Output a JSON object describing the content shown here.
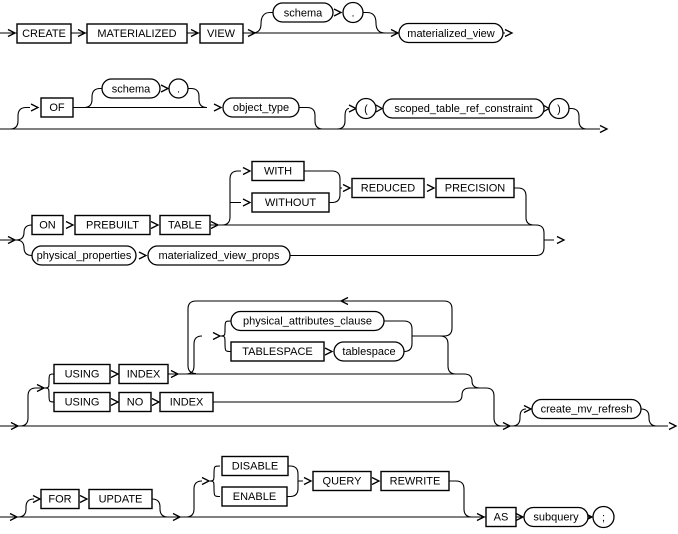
{
  "colors": {
    "stroke": "#000000",
    "background": "#ffffff",
    "text": "#000000"
  },
  "diagram": {
    "rows": [
      {
        "name": "row-1",
        "nodes": [
          {
            "kind": "keyword",
            "label": "CREATE"
          },
          {
            "kind": "keyword",
            "label": "MATERIALIZED"
          },
          {
            "kind": "keyword",
            "label": "VIEW"
          },
          {
            "kind": "variable",
            "label": "schema"
          },
          {
            "kind": "literal",
            "label": "."
          },
          {
            "kind": "variable",
            "label": "materialized_view"
          }
        ]
      },
      {
        "name": "row-2",
        "nodes": [
          {
            "kind": "keyword",
            "label": "OF"
          },
          {
            "kind": "variable",
            "label": "schema"
          },
          {
            "kind": "literal",
            "label": "."
          },
          {
            "kind": "variable",
            "label": "object_type"
          },
          {
            "kind": "literal",
            "label": "("
          },
          {
            "kind": "variable",
            "label": "scoped_table_ref_constraint"
          },
          {
            "kind": "literal",
            "label": ")"
          }
        ]
      },
      {
        "name": "row-3",
        "nodes": [
          {
            "kind": "keyword",
            "label": "ON"
          },
          {
            "kind": "keyword",
            "label": "PREBUILT"
          },
          {
            "kind": "keyword",
            "label": "TABLE"
          },
          {
            "kind": "keyword",
            "label": "WITH"
          },
          {
            "kind": "keyword",
            "label": "WITHOUT"
          },
          {
            "kind": "keyword",
            "label": "REDUCED"
          },
          {
            "kind": "keyword",
            "label": "PRECISION"
          },
          {
            "kind": "variable",
            "label": "physical_properties"
          },
          {
            "kind": "variable",
            "label": "materialized_view_props"
          }
        ]
      },
      {
        "name": "row-4",
        "nodes": [
          {
            "kind": "keyword",
            "label": "USING"
          },
          {
            "kind": "keyword",
            "label": "INDEX"
          },
          {
            "kind": "variable",
            "label": "physical_attributes_clause"
          },
          {
            "kind": "keyword",
            "label": "TABLESPACE"
          },
          {
            "kind": "variable",
            "label": "tablespace"
          },
          {
            "kind": "keyword",
            "label": "USING"
          },
          {
            "kind": "keyword",
            "label": "NO"
          },
          {
            "kind": "keyword",
            "label": "INDEX"
          },
          {
            "kind": "variable",
            "label": "create_mv_refresh"
          }
        ]
      },
      {
        "name": "row-5",
        "nodes": [
          {
            "kind": "keyword",
            "label": "FOR"
          },
          {
            "kind": "keyword",
            "label": "UPDATE"
          },
          {
            "kind": "keyword",
            "label": "DISABLE"
          },
          {
            "kind": "keyword",
            "label": "ENABLE"
          },
          {
            "kind": "keyword",
            "label": "QUERY"
          },
          {
            "kind": "keyword",
            "label": "REWRITE"
          },
          {
            "kind": "keyword",
            "label": "AS"
          },
          {
            "kind": "variable",
            "label": "subquery"
          },
          {
            "kind": "literal",
            "label": ";"
          }
        ]
      }
    ]
  }
}
